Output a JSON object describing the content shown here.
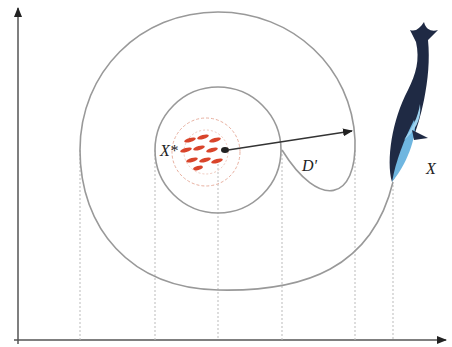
{
  "diagram": {
    "labels": [
      "X*",
      "D'",
      "X"
    ]
  }
}
